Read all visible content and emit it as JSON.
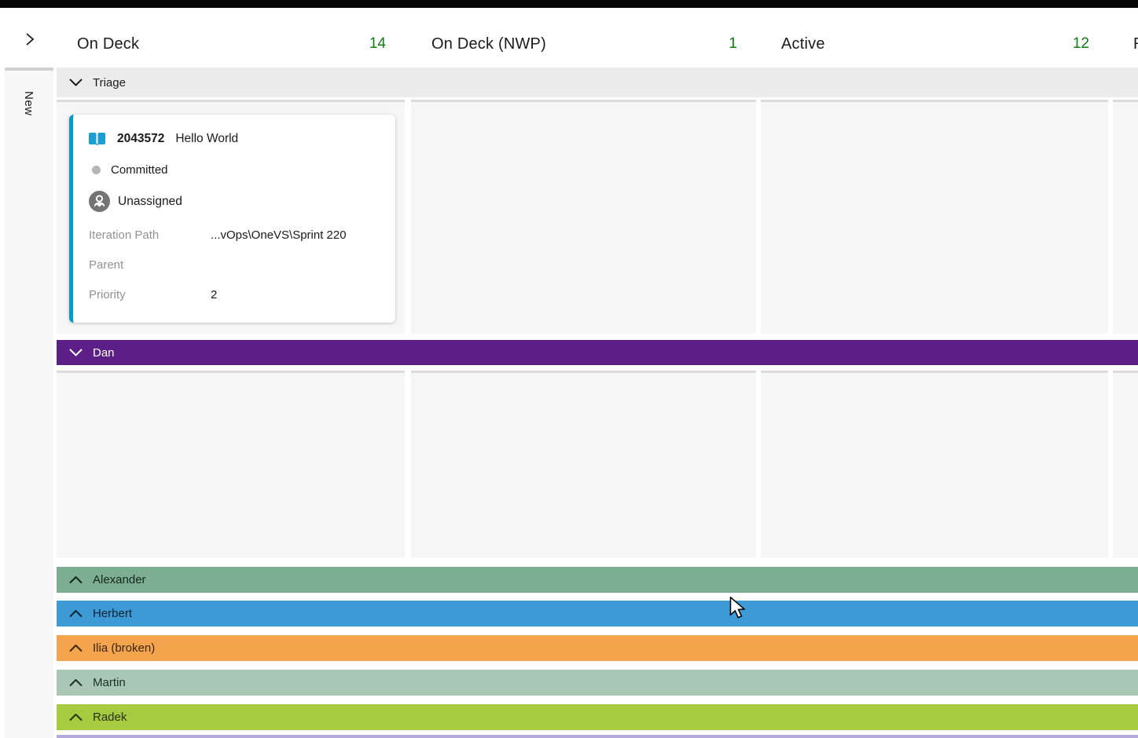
{
  "board": {
    "columns": [
      {
        "name": "On Deck",
        "count": "14"
      },
      {
        "name": "On Deck (NWP)",
        "count": "1"
      },
      {
        "name": "Active",
        "count": "12"
      },
      {
        "name": "R",
        "count": ""
      }
    ],
    "collapsed_column": {
      "label": "New"
    },
    "swimlanes": [
      {
        "name": "Triage",
        "expanded": true,
        "color": "#ececec",
        "text_color": "#1a1a1a"
      },
      {
        "name": "Dan",
        "expanded": true,
        "color": "#5c1f87",
        "text_color": "#ffffff"
      },
      {
        "name": "Alexander",
        "expanded": false,
        "color": "#7eae92",
        "text_color": "#11281b"
      },
      {
        "name": "Herbert",
        "expanded": false,
        "color": "#3e9ad5",
        "text_color": "#0c2334"
      },
      {
        "name": "Ilia (broken)",
        "expanded": false,
        "color": "#f4a44c",
        "text_color": "#3a2507"
      },
      {
        "name": "Martin",
        "expanded": false,
        "color": "#a8c7b5",
        "text_color": "#1d3026"
      },
      {
        "name": "Radek",
        "expanded": false,
        "color": "#a6ca40",
        "text_color": "#28330c"
      },
      {
        "name": "",
        "expanded": false,
        "color": "#b3aadb",
        "text_color": "#333333"
      }
    ],
    "card": {
      "id": "2043572",
      "title": "Hello World",
      "state": "Committed",
      "assigned_to": "Unassigned",
      "fields": [
        {
          "label": "Iteration Path",
          "value": "...vOps\\OneVS\\Sprint 220"
        },
        {
          "label": "Parent",
          "value": ""
        },
        {
          "label": "Priority",
          "value": "2"
        }
      ],
      "accent_color": "#009ccc"
    },
    "colors": {
      "count_green": "#107c10",
      "card_accent": "#009ccc",
      "topbar": "#060606"
    }
  }
}
